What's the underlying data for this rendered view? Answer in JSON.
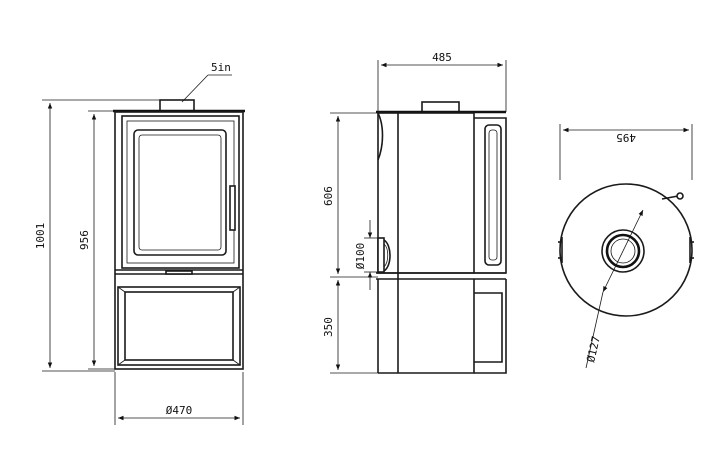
{
  "labels": {
    "flue_size": "5in",
    "total_height": "1001",
    "body_height": "956",
    "width": "Ø470",
    "depth": "485",
    "upper_height": "606",
    "lower_height": "350",
    "air_inlet": "Ø100",
    "top_depth": "495",
    "flue_diameter": "Ø127"
  }
}
